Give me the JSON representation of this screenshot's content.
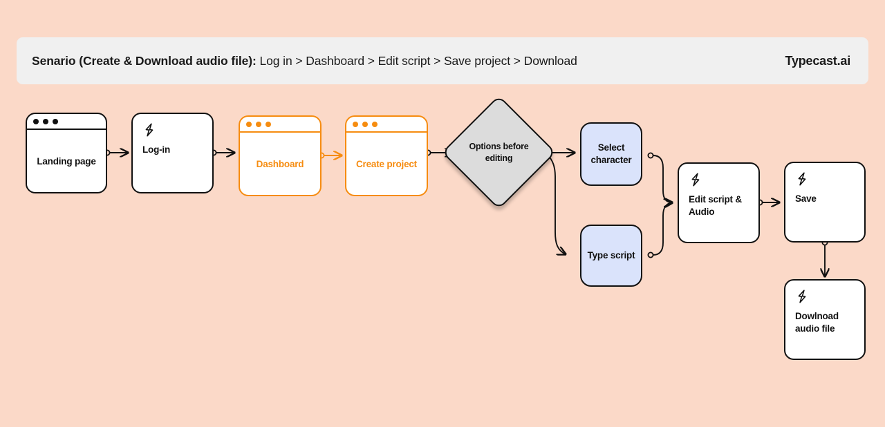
{
  "header": {
    "scenario_label": "Senario (Create & Download audio file):",
    "scenario_path": " Log in > Dashboard > Edit script > Save project > Download",
    "brand": "Typecast.ai"
  },
  "colors": {
    "background": "#FBD9C8",
    "header_bar": "#F0F0F0",
    "accent_orange": "#F68C10",
    "node_blue": "#DAE3FB",
    "decision_gray": "#DCDCDC",
    "stroke": "#111111"
  },
  "nodes": [
    {
      "id": "landing-page",
      "label": "Landing page",
      "type": "window",
      "style": "black"
    },
    {
      "id": "log-in",
      "label": "Log-in",
      "type": "card",
      "style": "black",
      "icon": "lightning-bolt-icon"
    },
    {
      "id": "dashboard",
      "label": "Dashboard",
      "type": "window",
      "style": "orange"
    },
    {
      "id": "create-project",
      "label": "Create project",
      "type": "window",
      "style": "orange"
    },
    {
      "id": "options-before-editing",
      "label": "Options before editing",
      "type": "decision",
      "style": "gray"
    },
    {
      "id": "select-character",
      "label": "Select character",
      "type": "blue",
      "style": "blue"
    },
    {
      "id": "type-script",
      "label": "Type script",
      "type": "blue",
      "style": "blue"
    },
    {
      "id": "edit-script-audio",
      "label": "Edit script & Audio",
      "type": "card",
      "style": "black",
      "icon": "lightning-bolt-icon"
    },
    {
      "id": "save",
      "label": "Save",
      "type": "card",
      "style": "black",
      "icon": "lightning-bolt-icon"
    },
    {
      "id": "download-audio-file",
      "label": "Dowlnoad audio file",
      "type": "card",
      "style": "black",
      "icon": "lightning-bolt-icon"
    }
  ],
  "edges": [
    {
      "from": "landing-page",
      "to": "log-in",
      "color": "#111111"
    },
    {
      "from": "log-in",
      "to": "dashboard",
      "color": "#111111"
    },
    {
      "from": "dashboard",
      "to": "create-project",
      "color": "#F68C10"
    },
    {
      "from": "create-project",
      "to": "options-before-editing",
      "color": "#111111"
    },
    {
      "from": "options-before-editing",
      "to": "select-character",
      "color": "#111111"
    },
    {
      "from": "options-before-editing",
      "to": "type-script",
      "color": "#111111"
    },
    {
      "from": "select-character",
      "to": "edit-script-audio",
      "color": "#111111"
    },
    {
      "from": "type-script",
      "to": "edit-script-audio",
      "color": "#111111"
    },
    {
      "from": "edit-script-audio",
      "to": "save",
      "color": "#111111"
    },
    {
      "from": "save",
      "to": "download-audio-file",
      "color": "#111111"
    }
  ]
}
